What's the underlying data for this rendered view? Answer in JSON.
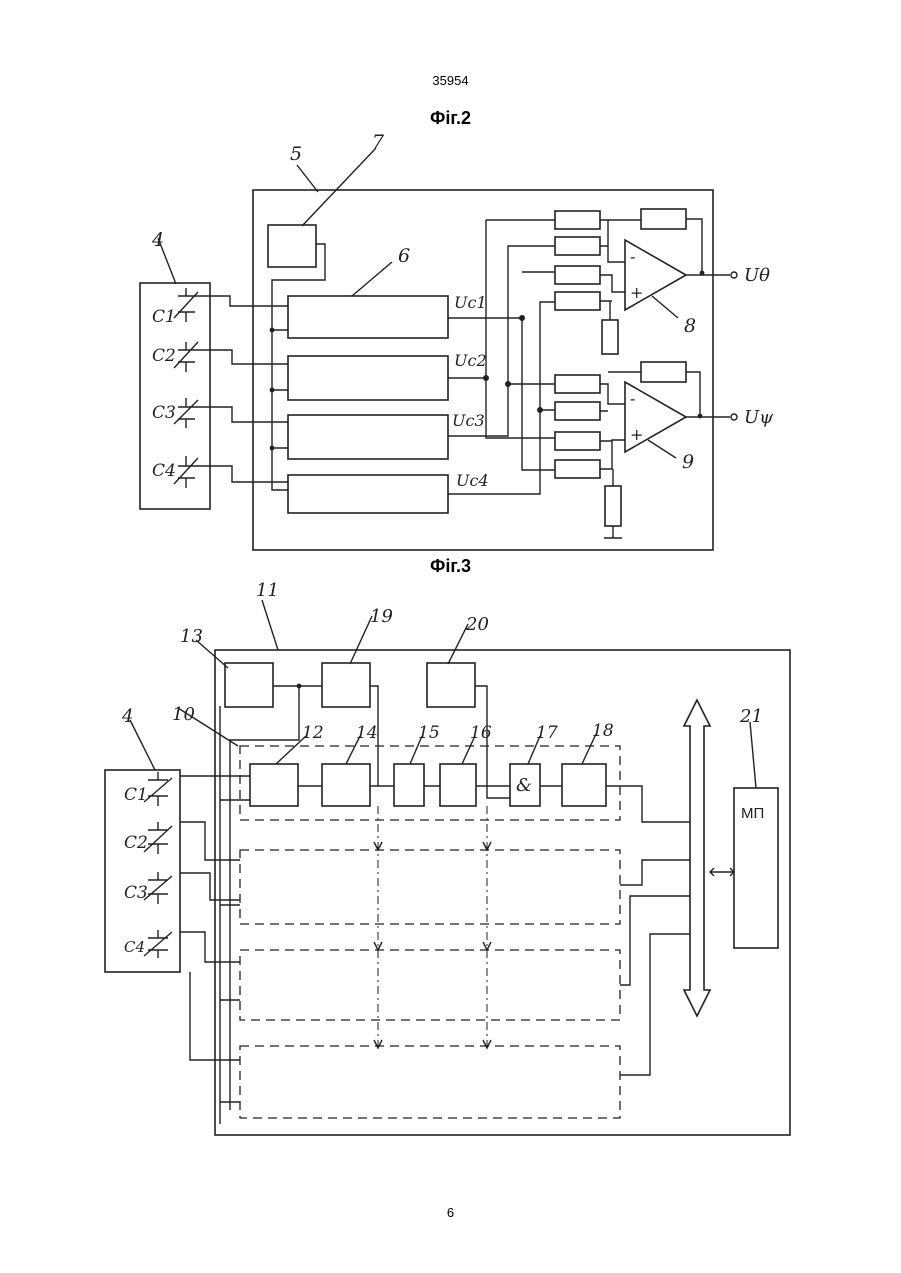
{
  "header": {
    "doc_number": "35954"
  },
  "fig2": {
    "caption": "Фіг.2",
    "labels": {
      "block4": "4",
      "block5": "5",
      "block6": "6",
      "block7": "7",
      "amp8": "8",
      "amp9": "9"
    },
    "sensors": [
      "C1",
      "C2",
      "C3",
      "C4"
    ],
    "channel_signals": [
      "Uc1",
      "Uc2",
      "Uc3",
      "Uc4"
    ],
    "amp_signs": {
      "minus": "-",
      "plus": "+"
    },
    "outputs": [
      "Uθ",
      "Uψ"
    ]
  },
  "fig3": {
    "caption": "Фіг.3",
    "labels": {
      "n4": "4",
      "n10": "10",
      "n11": "11",
      "n12": "12",
      "n13": "13",
      "n14": "14",
      "n15": "15",
      "n16": "16",
      "n17": "17",
      "n18": "18",
      "n19": "19",
      "n20": "20",
      "n21": "21"
    },
    "and_gate": "&",
    "processor": "МП",
    "sensors": [
      "C1",
      "C2",
      "C3",
      "C4"
    ]
  },
  "footer": {
    "page_number": "6"
  }
}
